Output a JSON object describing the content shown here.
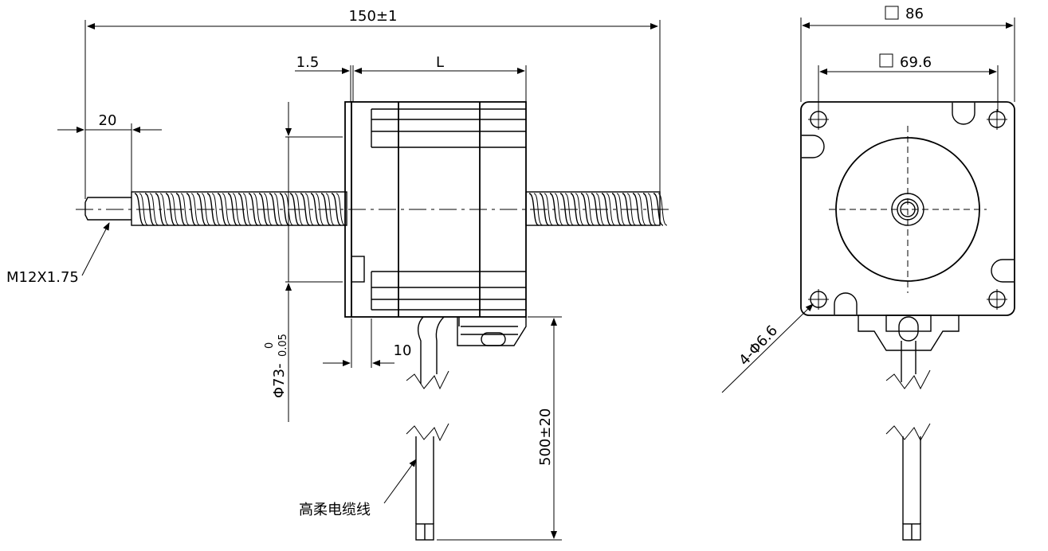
{
  "dimensions": {
    "overall_length": "150±1",
    "flange_thickness": "1.5",
    "body_length": "L",
    "thread_end": "20",
    "thread_spec": "M12X1.75",
    "boss_diameter_main": "Φ73-",
    "boss_tol_upper": "0",
    "boss_tol_lower": "0.05",
    "cable_offset": "10",
    "cable_length": "500±20",
    "cable_label": "高柔电缆线",
    "frame_size": "86",
    "hole_spacing": "69.6",
    "mount_holes": "4-Φ6.6"
  },
  "colors": {
    "line": "#000000",
    "background": "#ffffff"
  }
}
